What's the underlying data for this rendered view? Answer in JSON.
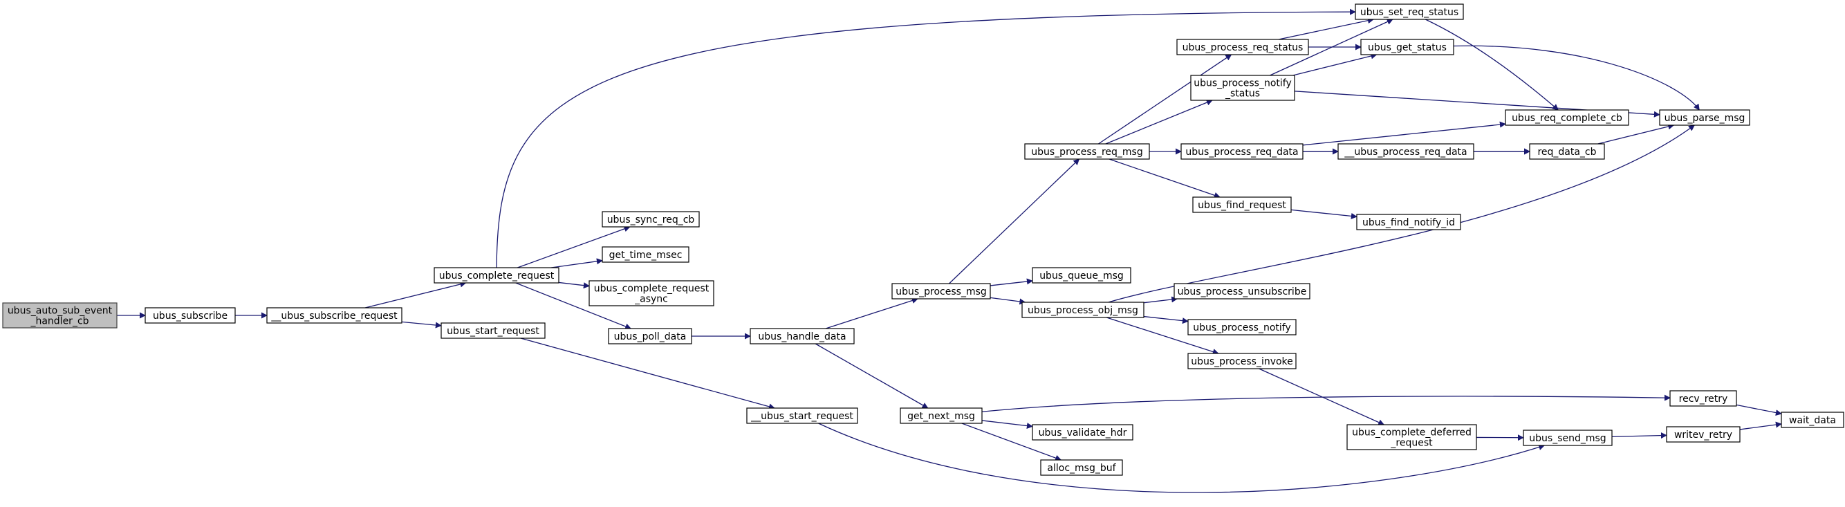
{
  "colors": {
    "edge": "#191970",
    "node_border": "#000000",
    "root_fill": "#bfbfbf",
    "node_fill": "#ffffff"
  },
  "nodes": {
    "auto_sub": {
      "lines": [
        "ubus_auto_sub_event",
        "_handler_cb"
      ],
      "root": true
    },
    "subscribe": {
      "lines": [
        "ubus_subscribe"
      ]
    },
    "subscribe_req": {
      "lines": [
        "__ubus_subscribe_request"
      ]
    },
    "complete_req": {
      "lines": [
        "ubus_complete_request"
      ]
    },
    "start_req": {
      "lines": [
        "ubus_start_request"
      ]
    },
    "sync_req_cb": {
      "lines": [
        "ubus_sync_req_cb"
      ]
    },
    "get_time": {
      "lines": [
        "get_time_msec"
      ]
    },
    "complete_async": {
      "lines": [
        "ubus_complete_request",
        "_async"
      ]
    },
    "poll_data": {
      "lines": [
        "ubus_poll_data"
      ]
    },
    "handle_data": {
      "lines": [
        "ubus_handle_data"
      ]
    },
    "start_req2": {
      "lines": [
        "__ubus_start_request"
      ]
    },
    "process_msg": {
      "lines": [
        "ubus_process_msg"
      ]
    },
    "get_next_msg": {
      "lines": [
        "get_next_msg"
      ]
    },
    "process_req_msg": {
      "lines": [
        "ubus_process_req_msg"
      ]
    },
    "queue_msg": {
      "lines": [
        "ubus_queue_msg"
      ]
    },
    "process_obj_msg": {
      "lines": [
        "ubus_process_obj_msg"
      ]
    },
    "validate_hdr": {
      "lines": [
        "ubus_validate_hdr"
      ]
    },
    "alloc_msg_buf": {
      "lines": [
        "alloc_msg_buf"
      ]
    },
    "process_req_status": {
      "lines": [
        "ubus_process_req_status"
      ]
    },
    "process_notify_status": {
      "lines": [
        "ubus_process_notify",
        "_status"
      ]
    },
    "process_req_data": {
      "lines": [
        "ubus_process_req_data"
      ]
    },
    "find_request": {
      "lines": [
        "ubus_find_request"
      ]
    },
    "process_unsubscribe": {
      "lines": [
        "ubus_process_unsubscribe"
      ]
    },
    "process_notify": {
      "lines": [
        "ubus_process_notify"
      ]
    },
    "process_invoke": {
      "lines": [
        "ubus_process_invoke"
      ]
    },
    "complete_deferred": {
      "lines": [
        "ubus_complete_deferred",
        "_request"
      ]
    },
    "set_req_status": {
      "lines": [
        "ubus_set_req_status"
      ]
    },
    "get_status": {
      "lines": [
        "ubus_get_status"
      ]
    },
    "process_req_data2": {
      "lines": [
        "__ubus_process_req_data"
      ]
    },
    "find_notify_id": {
      "lines": [
        "ubus_find_notify_id"
      ]
    },
    "send_msg": {
      "lines": [
        "ubus_send_msg"
      ]
    },
    "req_complete_cb": {
      "lines": [
        "ubus_req_complete_cb"
      ]
    },
    "req_data_cb": {
      "lines": [
        "req_data_cb"
      ]
    },
    "recv_retry": {
      "lines": [
        "recv_retry"
      ]
    },
    "writev_retry": {
      "lines": [
        "writev_retry"
      ]
    },
    "parse_msg": {
      "lines": [
        "ubus_parse_msg"
      ]
    },
    "wait_data": {
      "lines": [
        "wait_data"
      ]
    }
  }
}
